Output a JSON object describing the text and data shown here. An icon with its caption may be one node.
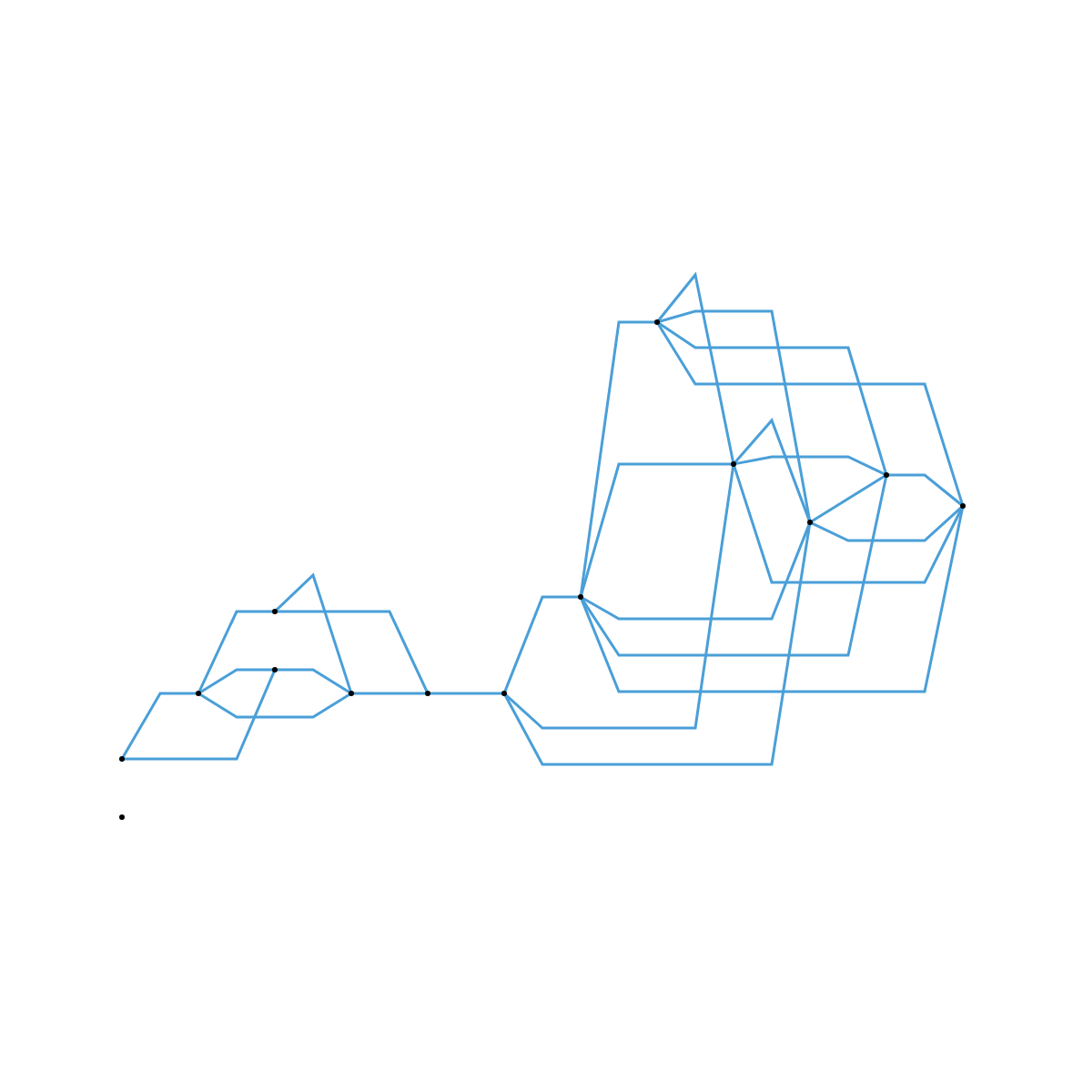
{
  "diagram": {
    "nodes": [
      {
        "text": [],
        "shape": "circle"
      },
      {
        "text": [],
        "shape": "circle"
      },
      {
        "text": [],
        "shape": "circle"
      },
      {
        "text": [],
        "shape": "circle"
      },
      {
        "text": [],
        "shape": "circle"
      },
      {
        "text": [],
        "shape": "circle"
      },
      {
        "text": [],
        "shape": "circle"
      },
      {
        "text": [],
        "shape": "circle"
      },
      {
        "text": [],
        "shape": "circle"
      },
      {
        "text": [],
        "shape": "circle"
      },
      {
        "text": [],
        "shape": "circle"
      },
      {
        "text": [],
        "shape": "circle"
      },
      {
        "text": [],
        "shape": "circle"
      },
      {
        "text": [],
        "shape": "circle"
      }
    ],
    "edges": [
      {
        "from": 0,
        "to": 1,
        "arrow": "none"
      },
      {
        "from": 0,
        "to": 3,
        "arrow": "none"
      },
      {
        "from": 1,
        "to": 2,
        "arrow": "none"
      },
      {
        "from": 1,
        "to": 3,
        "arrow": "none"
      },
      {
        "from": 1,
        "to": 4,
        "arrow": "none"
      },
      {
        "from": 3,
        "to": 4,
        "arrow": "none"
      },
      {
        "from": 2,
        "to": 4,
        "arrow": "none"
      },
      {
        "from": 2,
        "to": 5,
        "arrow": "none"
      },
      {
        "from": 4,
        "to": 5,
        "arrow": "none"
      },
      {
        "from": 5,
        "to": 6,
        "arrow": "none"
      },
      {
        "from": 6,
        "to": 7,
        "arrow": "none"
      },
      {
        "from": 6,
        "to": 9,
        "arrow": "none"
      },
      {
        "from": 6,
        "to": 10,
        "arrow": "none"
      },
      {
        "from": 7,
        "to": 8,
        "arrow": "none"
      },
      {
        "from": 7,
        "to": 9,
        "arrow": "none"
      },
      {
        "from": 7,
        "to": 10,
        "arrow": "none"
      },
      {
        "from": 7,
        "to": 11,
        "arrow": "none"
      },
      {
        "from": 7,
        "to": 12,
        "arrow": "none"
      },
      {
        "from": 8,
        "to": 9,
        "arrow": "none"
      },
      {
        "from": 8,
        "to": 10,
        "arrow": "none"
      },
      {
        "from": 8,
        "to": 11,
        "arrow": "none"
      },
      {
        "from": 8,
        "to": 12,
        "arrow": "none"
      },
      {
        "from": 9,
        "to": 10,
        "arrow": "none"
      },
      {
        "from": 9,
        "to": 11,
        "arrow": "none"
      },
      {
        "from": 9,
        "to": 12,
        "arrow": "none"
      },
      {
        "from": 10,
        "to": 11,
        "arrow": "none"
      },
      {
        "from": 10,
        "to": 12,
        "arrow": "none"
      },
      {
        "from": 11,
        "to": 12,
        "arrow": "none"
      }
    ]
  }
}
